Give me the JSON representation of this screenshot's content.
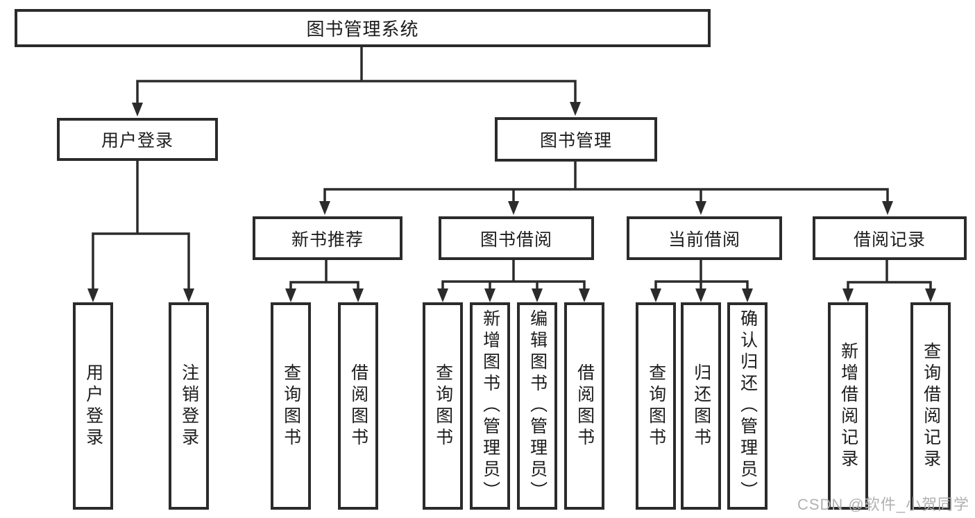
{
  "colors": {
    "box_border": "#2b2b2b",
    "connector_line": "#2b2b2b",
    "text": "#1c1c1c",
    "watermark": "#b3b1b1",
    "background": "#ffffff"
  },
  "watermark": {
    "text": "CSDN @软件_小贺同学"
  },
  "tree": {
    "root": {
      "label": "图书管理系统",
      "children": [
        {
          "label": "用户登录",
          "children": [
            {
              "label": "用户登录"
            },
            {
              "label": "注销登录"
            }
          ]
        },
        {
          "label": "图书管理",
          "children": [
            {
              "label": "新书推荐",
              "children": [
                {
                  "label": "查询图书"
                },
                {
                  "label": "借阅图书"
                }
              ]
            },
            {
              "label": "图书借阅",
              "children": [
                {
                  "label": "查询图书"
                },
                {
                  "label": "新增图书（管理员）"
                },
                {
                  "label": "编辑图书（管理员）"
                },
                {
                  "label": "借阅图书"
                }
              ]
            },
            {
              "label": "当前借阅",
              "children": [
                {
                  "label": "查询图书"
                },
                {
                  "label": "归还图书"
                },
                {
                  "label": "确认归还（管理员）"
                }
              ]
            },
            {
              "label": "借阅记录",
              "children": [
                {
                  "label": "新增借阅记录"
                },
                {
                  "label": "查询借阅记录"
                }
              ]
            }
          ]
        }
      ]
    }
  }
}
